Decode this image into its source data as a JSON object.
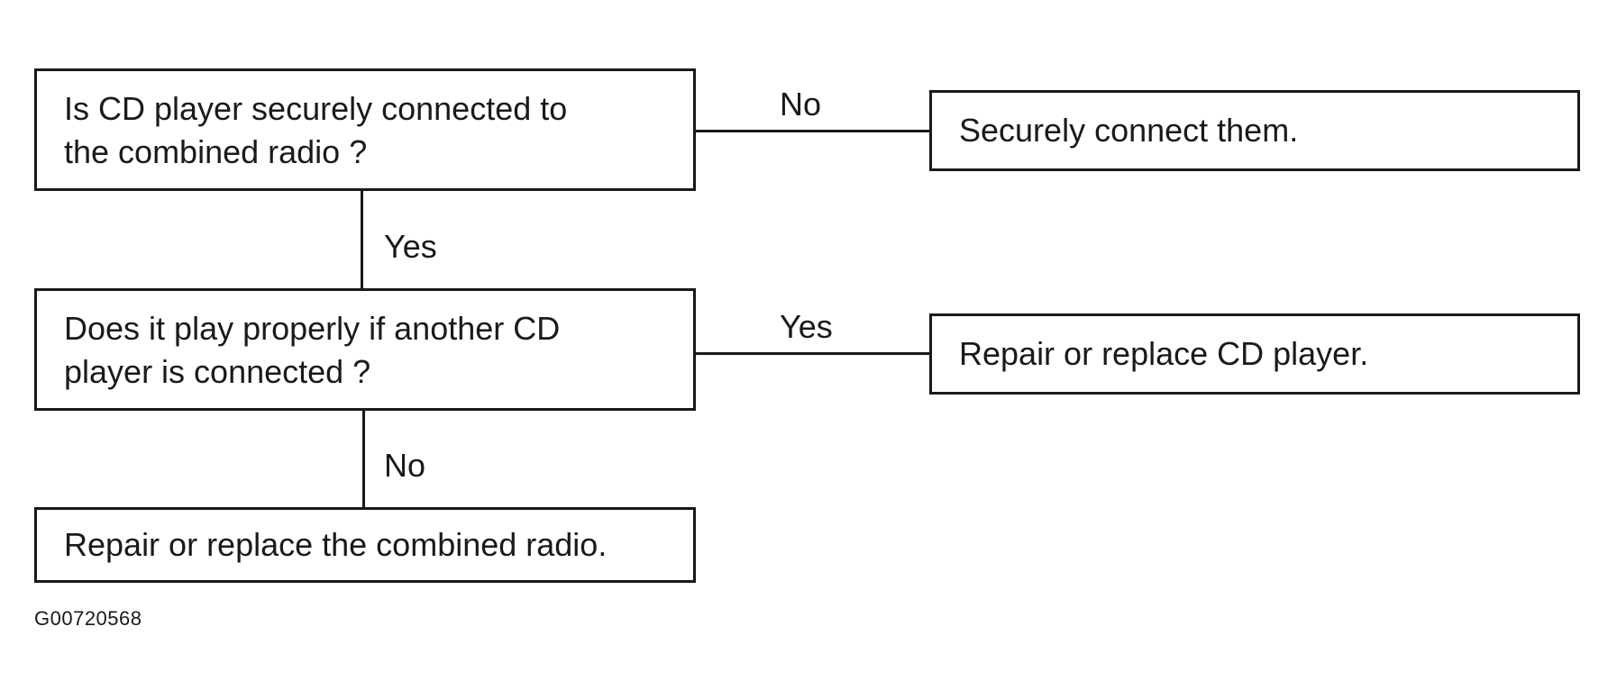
{
  "nodes": {
    "q1": {
      "lines": [
        "Is CD player securely connected to",
        "the combined radio ?"
      ]
    },
    "a1": {
      "text": "Securely connect them."
    },
    "q2": {
      "lines": [
        "Does it play properly if another CD",
        "player is connected ?"
      ]
    },
    "a2": {
      "text": "Repair or replace CD player."
    },
    "a3": {
      "text": "Repair or replace the combined radio."
    }
  },
  "edges": {
    "q1_to_a1": {
      "label": "No"
    },
    "q1_to_q2": {
      "label": "Yes"
    },
    "q2_to_a2": {
      "label": "Yes"
    },
    "q2_to_a3": {
      "label": "No"
    }
  },
  "figure_id": "G00720568"
}
